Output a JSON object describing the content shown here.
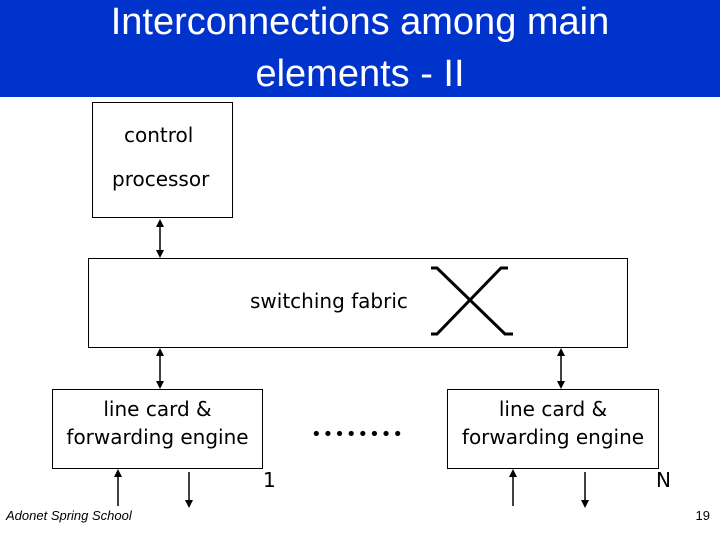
{
  "slide": {
    "title_line1": "Interconnections among main",
    "title_line2": "elements - II",
    "footer_left": "Adonet Spring School",
    "page_number": "19"
  },
  "diagram": {
    "control_processor": {
      "line1": "control",
      "line2": "processor"
    },
    "switching_fabric": {
      "label": "switching fabric"
    },
    "line_card_left": {
      "line1": "line card &",
      "line2": "forwarding engine",
      "index": "1"
    },
    "line_card_right": {
      "line1": "line card &",
      "line2": "forwarding engine",
      "index": "N"
    },
    "ellipsis": "••••••••"
  },
  "colors": {
    "title_bar": "#0033cc",
    "title_text": "#ffffff",
    "lines": "#000000"
  }
}
